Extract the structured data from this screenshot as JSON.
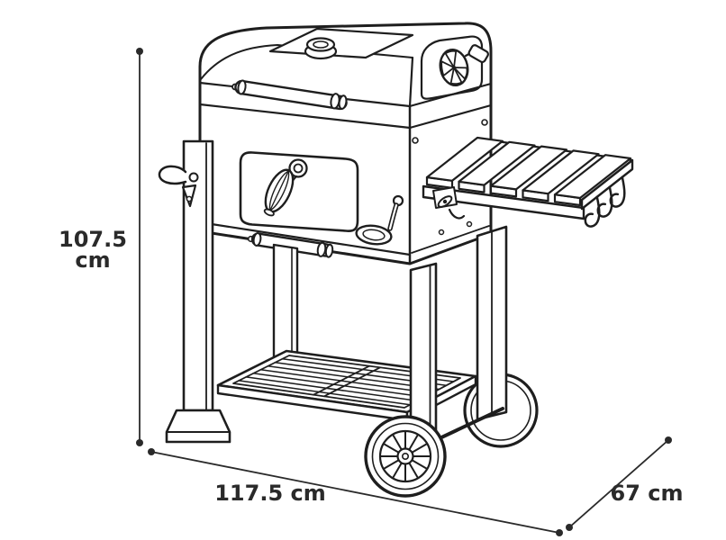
{
  "figure": {
    "subject": "charcoal grill trolley line drawing with side table, wheels and dimension arrows",
    "background": "#ffffff",
    "line_color": "#1e1e1e",
    "text_color": "#2a2a2a"
  },
  "dimensions": {
    "height": {
      "value": "107.5",
      "unit": "cm"
    },
    "width": {
      "label": "117.5 cm"
    },
    "depth": {
      "label": "67 cm"
    }
  }
}
